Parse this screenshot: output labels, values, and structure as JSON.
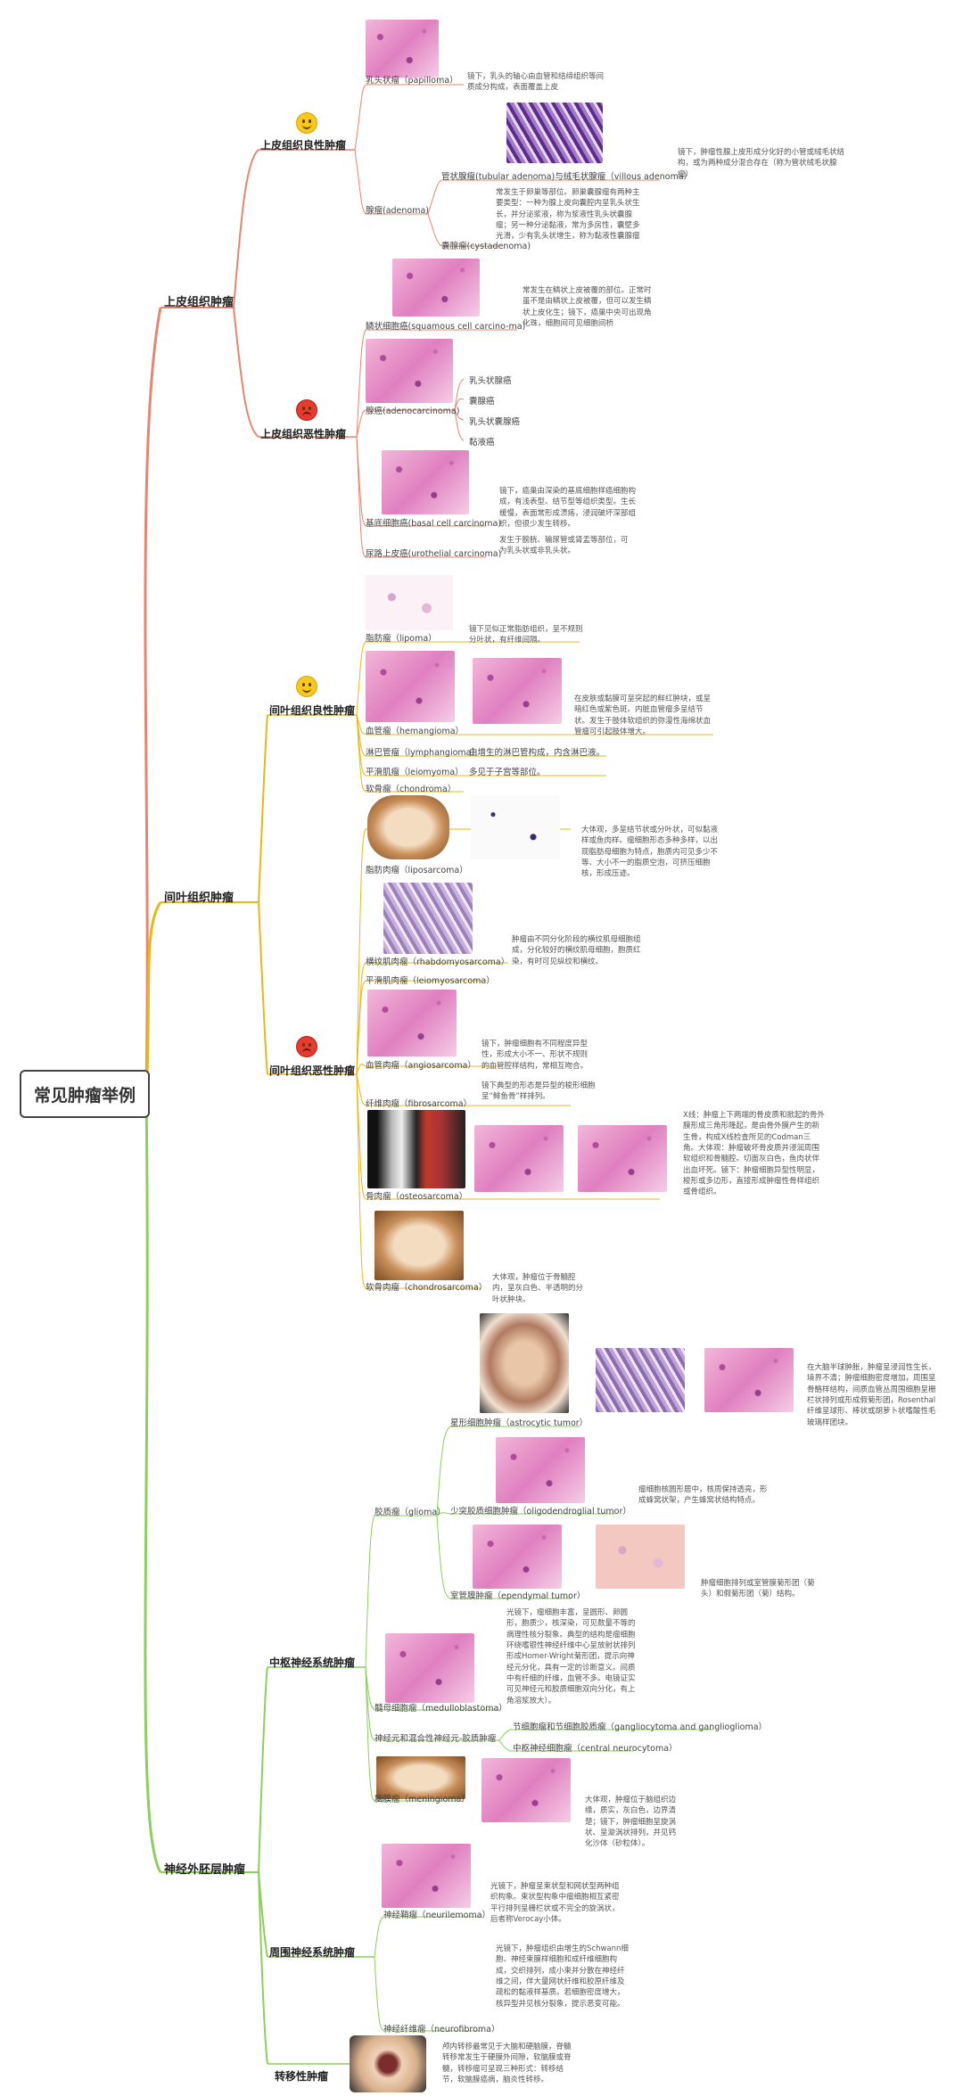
{
  "root": {
    "title": "常见肿瘤举例"
  },
  "colors": {
    "epithelial": "#e8846f",
    "mesenchymal": "#e8b818",
    "neuro": "#8ccf5a",
    "root": "#444444"
  },
  "epithelial": {
    "label": "上皮组织肿瘤",
    "benign": {
      "label": "上皮组织良性肿瘤",
      "papilloma": {
        "name": "乳头状瘤（papilloma）",
        "note": "镜下，乳头的轴心由血管和结缔组织等间质成分构成，表面覆盖上皮"
      },
      "adenoma": {
        "name": "腺瘤(adenoma)",
        "tubular": {
          "name": "管状腺瘤(tubular adenoma)与绒毛状腺瘤（villous adenoma）",
          "note": "镜下，肿瘤性腺上皮形成分化好的小管或绒毛状结构，或为两种成分混合存在（称为管状绒毛状腺瘤）"
        },
        "cyst": {
          "name": "囊腺瘤(cystadenoma)",
          "note": "常发生于卵巢等部位。卵巢囊腺瘤有两种主要类型：一种为腺上皮向囊腔内呈乳头状生长，并分泌浆液，称为浆液性乳头状囊腺瘤；另一种分泌黏液，常为多房性，囊壁多光滑，少有乳头状增生，称为黏液性囊腺瘤"
        }
      }
    },
    "malignant": {
      "label": "上皮组织恶性肿瘤",
      "scc": {
        "name": "鳞状细胞癌(squamous cell carcino-ma)",
        "note": "常发生在鳞状上皮被覆的部位。正常时虽不是由鳞状上皮被覆，但可以发生鳞状上皮化生；镜下，癌巢中央可出现角化珠，细胞间可见细胞间桥"
      },
      "adeno": {
        "name": "腺癌(adenocarcinoma)",
        "types": [
          "乳头状腺癌",
          "囊腺癌",
          "乳头状囊腺癌",
          "黏液癌"
        ]
      },
      "bcc": {
        "name": "基底细胞癌(basal cell carcinoma)",
        "note": "镜下，癌巢由深染的基底细胞样癌细胞构成，有浅表型、结节型等组织类型。生长缓慢，表面常形成溃疡，浸润破坏深部组织，但很少发生转移。"
      },
      "uro": {
        "name": "尿路上皮癌(urothelial carcinoma)",
        "note": "发生于膀胱、输尿管或肾盂等部位，可为乳头状或非乳头状。"
      }
    }
  },
  "mesenchymal": {
    "label": "间叶组织肿瘤",
    "benign": {
      "label": "间叶组织良性肿瘤",
      "lipoma": {
        "name": "脂肪瘤（lipoma）",
        "note": "镜下见似正常脂肪组织，呈不规则分叶状，有纤维间隔。"
      },
      "hemangioma": {
        "name": "血管瘤（hemangioma）",
        "note": "在皮肤或黏膜可呈突起的鲜红肿块，或呈暗红色或紫色斑。内脏血管瘤多呈结节状。发生于肢体软组织的弥漫性海绵状血管瘤可引起肢体增大。"
      },
      "lymph": {
        "name": "淋巴管瘤（lymphangioma）",
        "note": "由增生的淋巴管构成，内含淋巴液。"
      },
      "leio": {
        "name": "平滑肌瘤（leiomyoma）",
        "note": "多见于子宫等部位。"
      },
      "chondroma": {
        "name": "软骨瘤（chondroma）"
      }
    },
    "malignant": {
      "label": "间叶组织恶性肿瘤",
      "lipo": {
        "name": "脂肪肉瘤（liposarcoma）",
        "note": "大体观，多呈结节状或分叶状，可似黏液样或鱼肉样。瘤细胞形态多种多样，以出现脂肪母细胞为特点，胞质内可见多少不等、大小不一的脂质空泡，可挤压细胞核，形成压迹。"
      },
      "rhabdo": {
        "name": "横纹肌肉瘤（rhabdomyosarcoma）",
        "note": "肿瘤由不同分化阶段的横纹肌母细胞组成，分化较好的横纹肌母细胞，胞质红染，有时可见纵纹和横纹。"
      },
      "leiosar": {
        "name": "平滑肌肉瘤（leiomyosarcoma）"
      },
      "angio": {
        "name": "血管肉瘤（angiosarcoma）",
        "note": "镜下，肿瘤细胞有不同程度异型性，形成大小不一、形状不规则的血管腔样结构，常相互吻合。"
      },
      "fibro": {
        "name": "纤维肉瘤（fibrosarcoma）",
        "note": "镜下典型的形态是异型的梭形细胞呈“鲱鱼骨”样排列。"
      },
      "osteo": {
        "name": "骨肉瘤（osteosarcoma）",
        "note": "X线：肿瘤上下两端的骨皮质和掀起的骨外膜形成三角形隆起，是由骨外膜产生的新生骨，构成X线检查所见的Codman三角。大体观：肿瘤破坏骨皮质并浸润周围软组织和骨髓腔。切面灰白色，鱼肉状伴出血坏死。镜下：肿瘤细胞异型性明显，梭形或多边形，直接形成肿瘤性骨样组织或骨组织。"
      },
      "chondro": {
        "name": "软骨肉瘤（chondrosarcoma）",
        "note": "大体观，肿瘤位于骨髓腔内，呈灰白色、半透明的分叶状肿块。"
      }
    }
  },
  "neuro": {
    "label": "神经外胚层肿瘤",
    "cns": {
      "label": "中枢神经系统肿瘤",
      "glioma": {
        "name": "胶质瘤（glioma）",
        "astro": {
          "name": "星形细胞肿瘤（astrocytic tumor）",
          "note": "在大脑半球肿胀，肿瘤呈浸润性生长，境界不清；肿瘤细胞密度增加，周围呈骨骼样结构，间质血管丛周围细胞呈栅栏状排列或形成假菊形团，Rosenthal纤维呈球形、棒状或胡萝卜状嗜酸性毛玻璃样团块。"
        },
        "oligo": {
          "name": "少突胶质细胞肿瘤（oligodendroglial tumor）",
          "note": "瘤细胞核圆形居中，核周保持透亮，形成蜂窝状架，产生蜂窝状结构特点。"
        },
        "epend": {
          "name": "室管膜肿瘤（ependymal tumor）",
          "note": "肿瘤细胞排列或室管膜菊形团（菊头）和假菊形团（菊）结构。"
        }
      },
      "medullo": {
        "name": "髓母细胞瘤（medulloblastoma）",
        "note": "光镜下，瘤细胞丰富，呈圆形、卵圆形，胞质少，核深染，可见数量不等的病理性核分裂象。典型的结构是瘤细胞环绕嗜银性神经纤维中心呈放射状排列形成Homer-Wright菊形团，提示向神经元分化，具有一定的诊断意义。间质中有纤细的纤维，血管不多。电镜证实可见神经元和胶质细胞双向分化，有上角溶浆放大）。"
      },
      "mixed": {
        "name": "神经元和混合性神经元-胶质肿瘤",
        "gang": "节细胞瘤和节细胞胶质瘤（gangliocytoma and ganglioglioma）",
        "central": "中枢神经细胞瘤（central neurocytoma）"
      },
      "menin": {
        "name": "脑膜瘤（meningioma）",
        "note": "大体观，肿瘤位于脑组织边缘，质实，灰白色，边界清楚；镜下，肿瘤细胞呈旋涡状、呈漩涡状排列，并见钙化沙体（砂粒体）。"
      }
    },
    "pns": {
      "label": "周围神经系统肿瘤",
      "neuri": {
        "name": "神经鞘瘤（neurilemoma）",
        "note": "光镜下，肿瘤呈束状型和网状型两种组织构象。束状型构象中瘤细胞相互紧密平行排列呈栅栏状或不完全的旋涡状，后者称Verocay小体。"
      },
      "neurofib": {
        "name": "神经纤维瘤（neurofibroma）",
        "note": "光镜下，肿瘤组织由增生的Schwann细胞、神经束膜样细胞和成纤维细胞构成，交织排列，成小束并分散在神经纤维之间，伴大量网状纤维和胶原纤维及疏松的黏液样基质。若细胞密度增大，核异型并见核分裂象，提示恶变可能。"
      }
    },
    "meta": {
      "label": "转移性肿瘤",
      "note": "颅内转移最常见于大脑和硬脑膜，脊髓转移常发生于硬膜外间隙，软脑膜或脊髓，转移瘤可呈现三种形式：转移结节，软脑膜癌病，脑炎性转移。"
    }
  }
}
